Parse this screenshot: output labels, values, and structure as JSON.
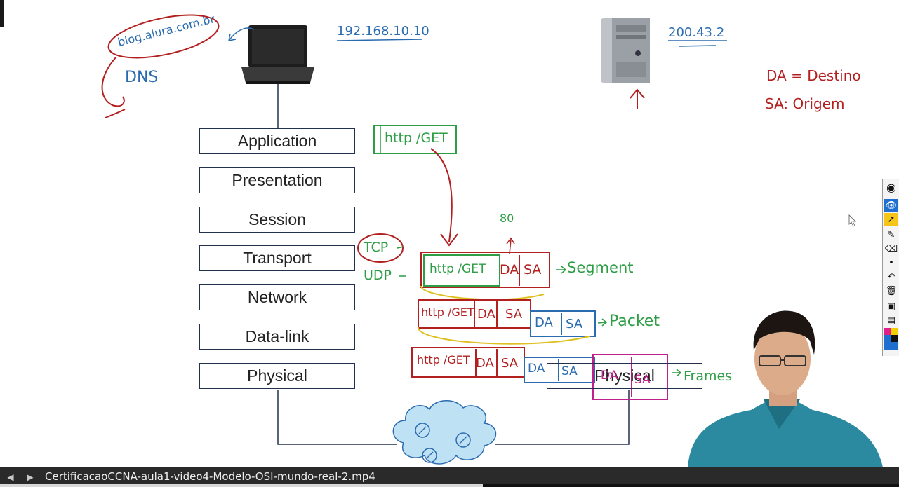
{
  "osi_layers": [
    "Application",
    "Presentation",
    "Session",
    "Transport",
    "Network",
    "Data-link",
    "Physical"
  ],
  "physical_right_label": "Physical",
  "annotations": {
    "url": "blog.alura.com.br",
    "dns": "DNS",
    "client_ip": "192.168.10.10",
    "server_ip": "200.43.2",
    "legend_da": "DA = Destino",
    "legend_sa": "SA: Origem",
    "http_get": "http /GET",
    "port": "80",
    "tcp": "TCP",
    "udp": "UDP",
    "da": "DA",
    "sa": "SA",
    "segment": "Segment",
    "packet": "Packet",
    "frames": "Frames"
  },
  "toolbar": {
    "tools": [
      "logo",
      "eye",
      "pointer",
      "pen",
      "eraser",
      "dot",
      "undo",
      "trash",
      "camera",
      "page",
      "color-palette"
    ]
  },
  "player": {
    "title": "CertificacaoCCNA-aula1-video4-Modelo-OSI-mundo-real-2.mp4",
    "progress": 0.537
  },
  "colors": {
    "blue_ink": "#2b6cb0",
    "red_ink": "#b32020",
    "green_ink": "#2e9e46",
    "yellow_ink": "#e0c020",
    "magenta_ink": "#c0208a"
  }
}
